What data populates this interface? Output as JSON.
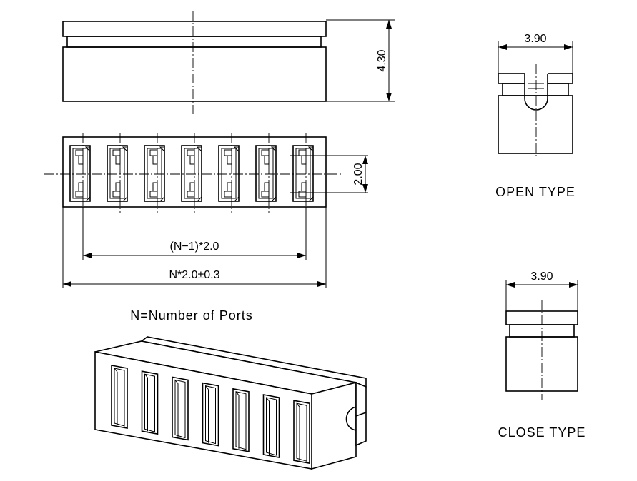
{
  "dimensions": {
    "width_type": "3.90",
    "height": "4.30",
    "pitch": "2.00",
    "span": "(N−1)*2.0",
    "overall": "N*2.0±0.3"
  },
  "notes": {
    "ports": "N=Number of Ports"
  },
  "types": {
    "open": "OPEN TYPE",
    "close": "CLOSE TYPE"
  },
  "port_count": 7
}
